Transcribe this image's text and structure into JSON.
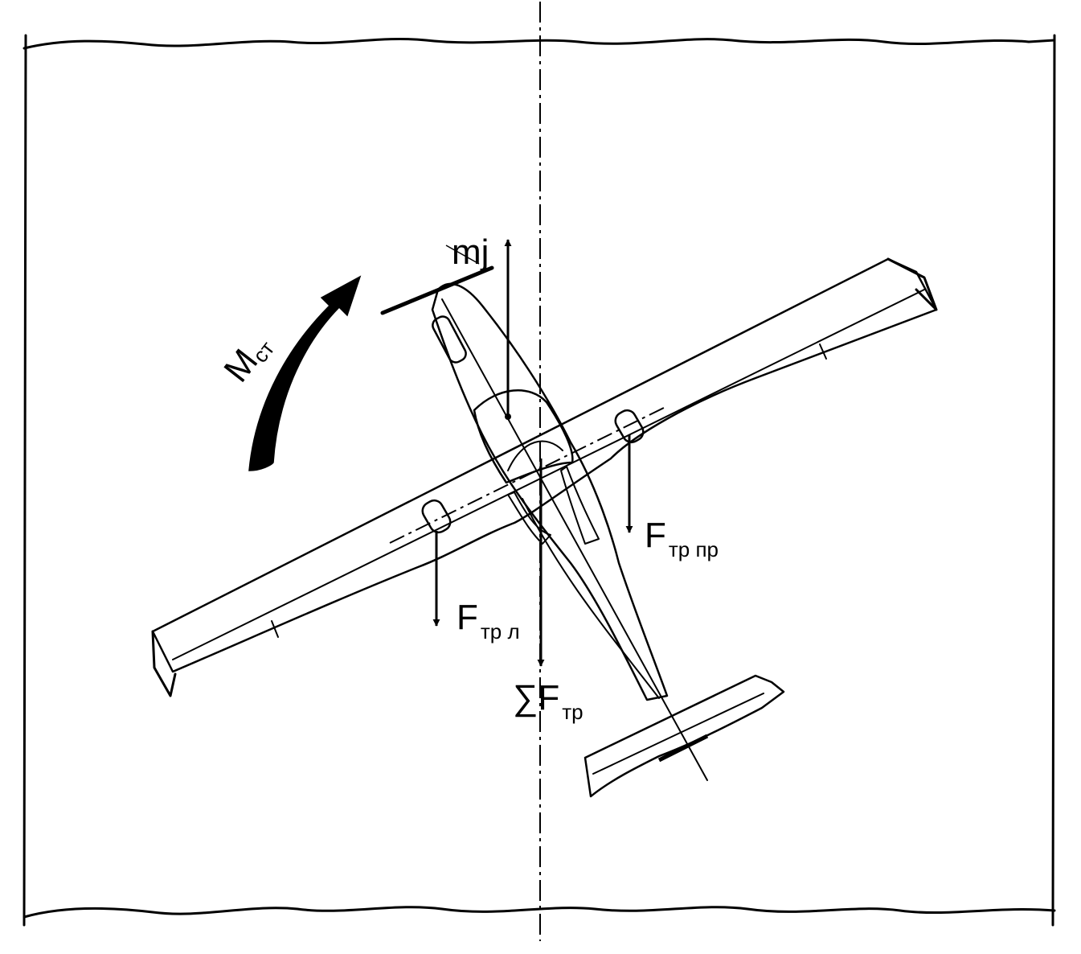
{
  "diagram": {
    "labels": {
      "inertia": "mj",
      "moment_main": "M",
      "moment_sub": "ст",
      "friction_right_main": "F",
      "friction_right_sub": "тр пр",
      "friction_left_main": "F",
      "friction_left_sub": "тр л",
      "friction_sum_main": "∑F",
      "friction_sum_sub": "тр"
    },
    "colors": {
      "ink": "#000000",
      "paper": "#ffffff"
    }
  }
}
